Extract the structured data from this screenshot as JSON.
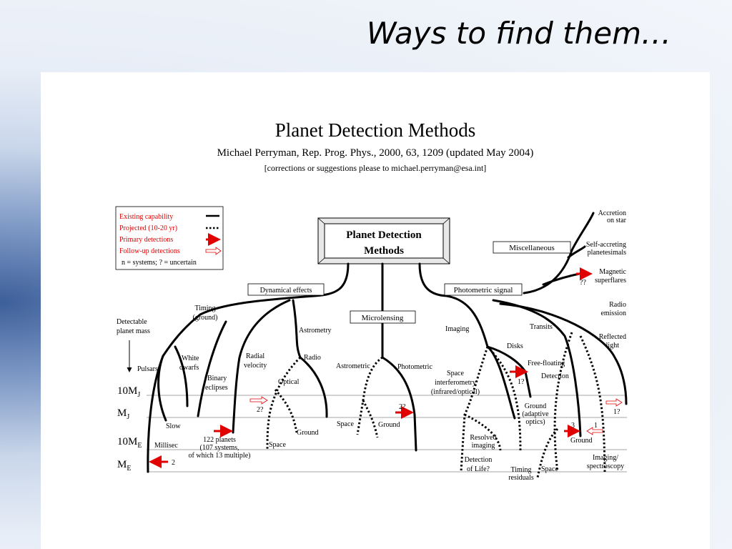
{
  "slide": {
    "title": "Ways to find them…"
  },
  "header": {
    "title": "Planet Detection Methods",
    "subtitle": "Michael Perryman, Rep. Prog. Phys., 2000, 63, 1209 (updated May 2004)",
    "note": "[corrections or suggestions please to michael.perryman@esa.int]"
  },
  "legend": {
    "existing": "Existing capability",
    "projected": "Projected (10-20 yr)",
    "primary": "Primary detections",
    "followup": "Follow-up detections",
    "key": "n = systems; ? = uncertain"
  },
  "root": {
    "line1": "Planet Detection",
    "line2": "Methods"
  },
  "categories": {
    "dynamical": "Dynamical effects",
    "microlensing": "Microlensing",
    "photometric": "Photometric signal",
    "misc": "Miscellaneous"
  },
  "mass_axis": {
    "title_line1": "Detectable",
    "title_line2": "planet mass",
    "levels": [
      {
        "base": "10M",
        "sub": "J"
      },
      {
        "base": "M",
        "sub": "J"
      },
      {
        "base": "10M",
        "sub": "E"
      },
      {
        "base": "M",
        "sub": "E"
      }
    ]
  },
  "labels": {
    "timing1": "Timing",
    "timing2": "(ground)",
    "pulsars": "Pulsars",
    "white1": "White",
    "white2": "dwarfs",
    "binary1": "Binary",
    "binary2": "eclipses",
    "radial1": "Radial",
    "radial2": "velocity",
    "astrometry": "Astrometry",
    "radio": "Radio",
    "optical": "Optical",
    "slow": "Slow",
    "millisec": "Millisec",
    "ground_a": "Ground",
    "space_a": "Space",
    "planets1": "122 planets",
    "planets2": "(107 systems,",
    "planets3": "of which 13 multiple)",
    "rv_q": "2?",
    "pulsar_n": "2",
    "astrometric": "Astrometric",
    "photometric": "Photometric",
    "space_b": "Space",
    "ground_b": "Ground",
    "micro_q": "2?",
    "imaging": "Imaging",
    "disks": "Disks",
    "transits": "Transits",
    "space_int1": "Space",
    "space_int2": "interferometry",
    "space_int3": "(infrared/optical)",
    "free1": "Free-floating",
    "free2": "Detection",
    "free_q": "1?",
    "ground_ao1": "Ground",
    "ground_ao2": "(adaptive",
    "ground_ao3": "optics)",
    "resolved1": "Resolved",
    "resolved2": "imaging",
    "life1": "Detection",
    "life2": "of Life?",
    "timing_r1": "Timing",
    "timing_r2": "residuals",
    "space_c": "Space",
    "ground_c": "Ground",
    "transit_n3": "3",
    "transit_n1": "1",
    "reflect_q": "1?",
    "imgspec1": "Imaging/",
    "imgspec2": "spectroscopy",
    "accretion1": "Accretion",
    "accretion2": "on star",
    "selfacc1": "Self-accreting",
    "selfacc2": "planetesimals",
    "magnetic1": "Magnetic",
    "magnetic2": "superflares",
    "magnetic_q": "??",
    "radio_e1": "Radio",
    "radio_e2": "emission",
    "reflected1": "Reflected",
    "reflected2": "light"
  }
}
